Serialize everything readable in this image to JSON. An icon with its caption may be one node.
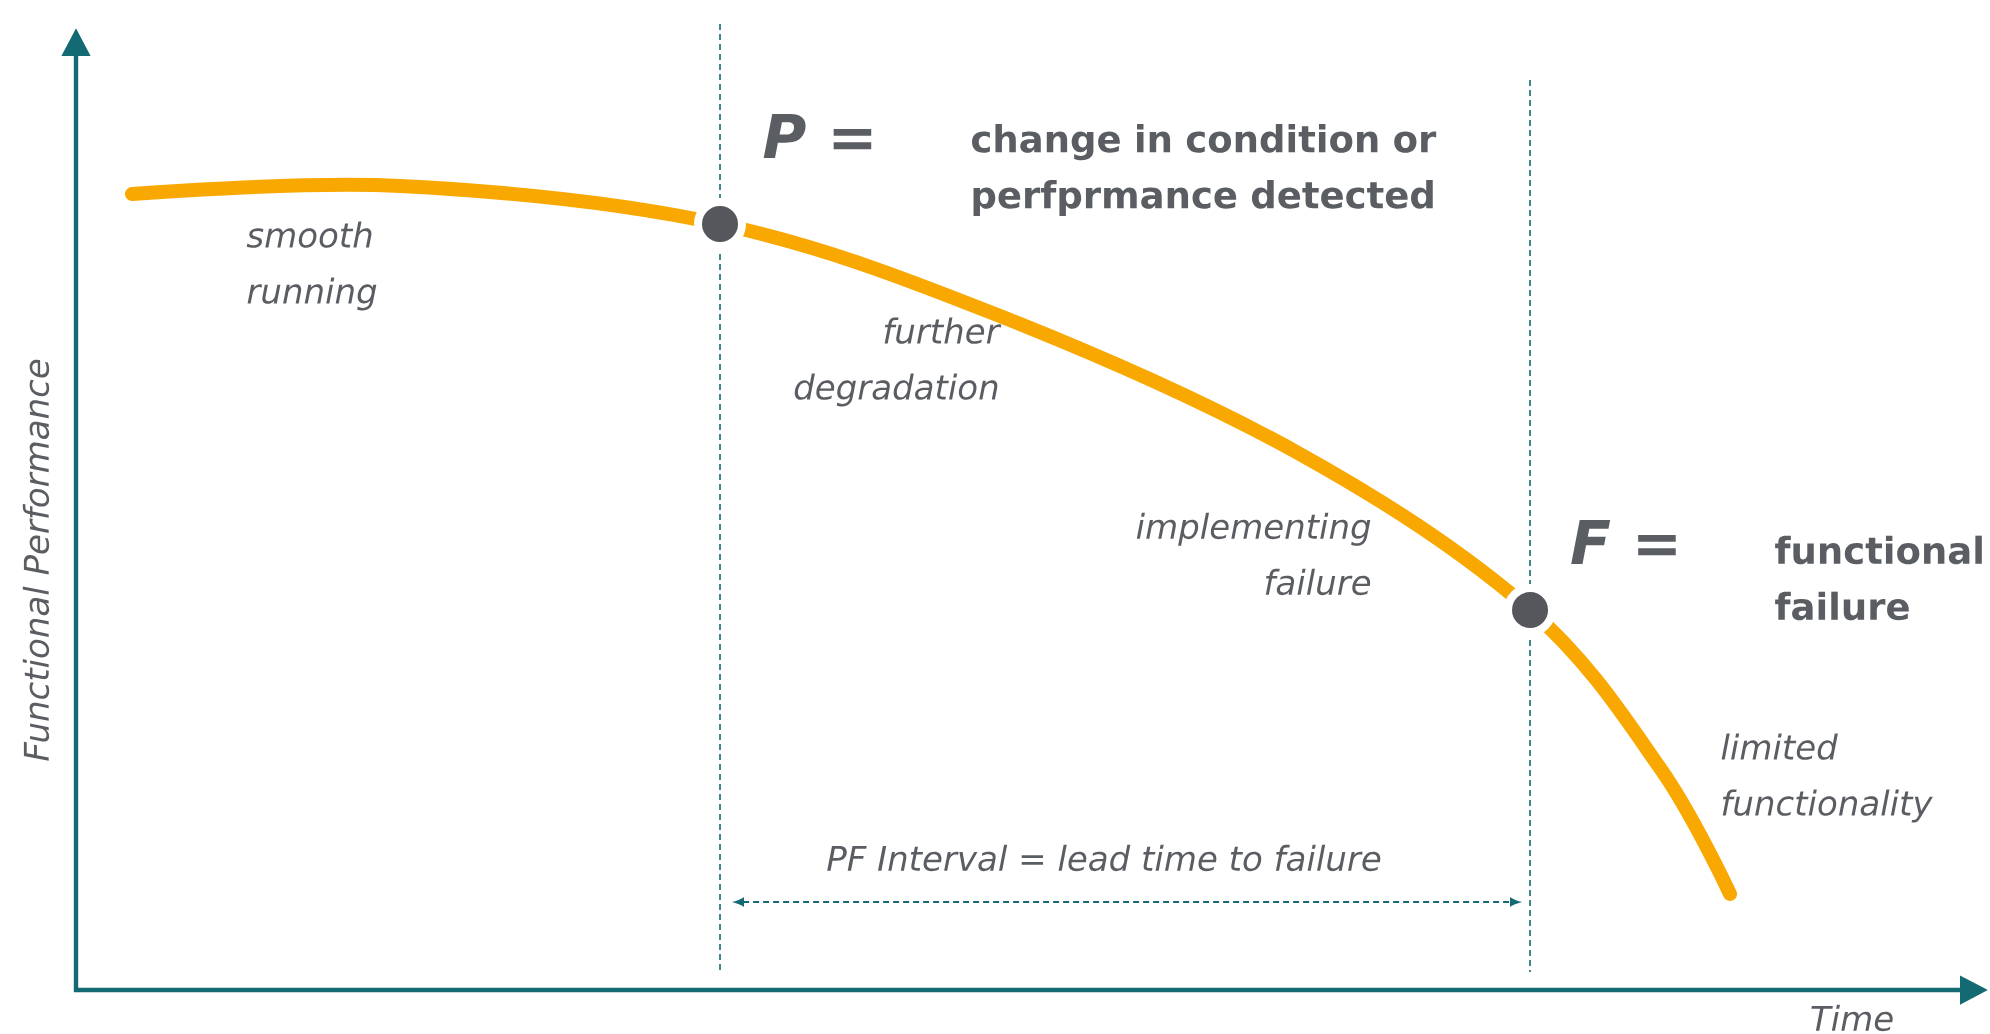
{
  "diagram": {
    "labels": [
      "P =",
      "change in condition or perfprmance detected",
      "smooth running",
      "further degradation",
      "implementing failure",
      "F =",
      "functional failure",
      "Functional Performance",
      "limited functionality",
      "PF Interval = lead time to failure",
      "Time"
    ]
  }
}
